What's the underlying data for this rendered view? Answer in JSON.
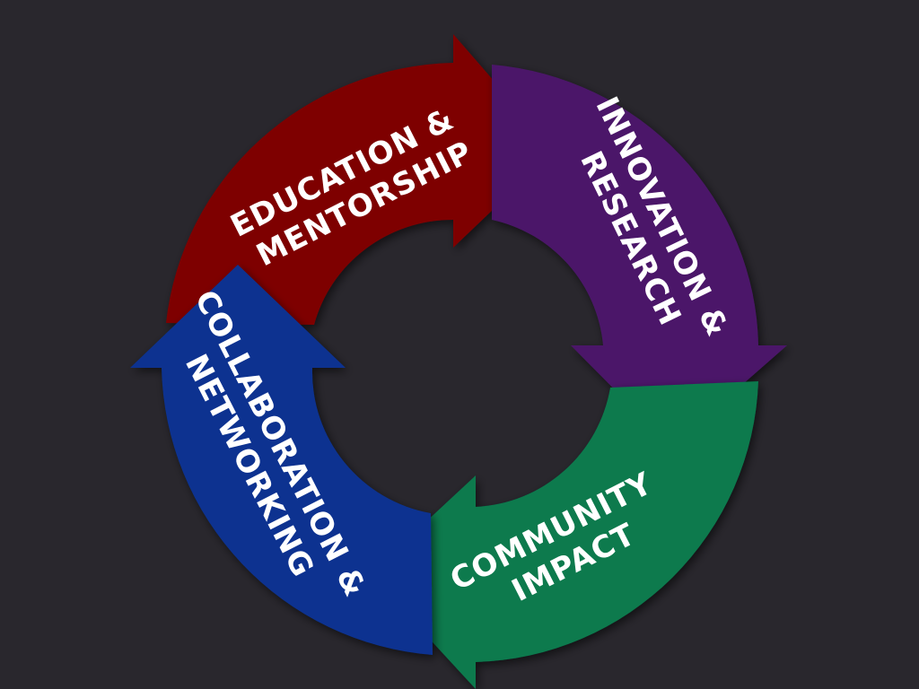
{
  "diagram": {
    "background": "#29272d",
    "segments": [
      {
        "id": "education",
        "color": "#7e0102",
        "lines": [
          "EDUCATION &",
          "MENTORSHIP"
        ]
      },
      {
        "id": "innovation",
        "color": "#4b1869",
        "lines": [
          "INNOVATION &",
          "RESEARCH"
        ]
      },
      {
        "id": "community",
        "color": "#087a4d",
        "lines": [
          "COMMUNITY",
          "IMPACT"
        ]
      },
      {
        "id": "collaboration",
        "color": "#0a3390",
        "lines": [
          "COLLABORATION &",
          "NETWORKING"
        ]
      }
    ]
  }
}
